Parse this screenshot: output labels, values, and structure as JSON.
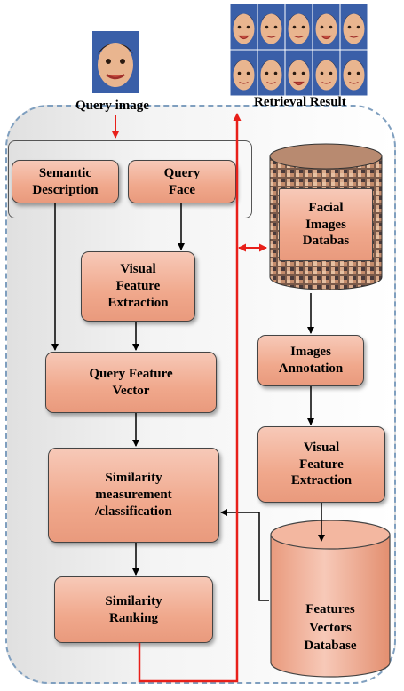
{
  "labels": {
    "query_image": "Query image",
    "retrieval_result": "Retrieval Result"
  },
  "boxes": {
    "semantic_description": "Semantic\nDescription",
    "query_face": "Query\nFace",
    "visual_feature_extraction_left": "Visual\nFeature\nExtraction",
    "query_feature_vector": "Query Feature\nVector",
    "similarity_measurement": "Similarity\nmeasurement\n/classification",
    "similarity_ranking": "Similarity\nRanking",
    "images_annotation": "Images\nAnnotation",
    "visual_feature_extraction_right": "Visual\nFeature\nExtraction"
  },
  "cylinders": {
    "facial_images_database": "Facial\nImages\nDatabas",
    "features_vectors_database": "Features\nVectors\nDatabase"
  },
  "colors": {
    "box_fill": "#f0a88c",
    "arrow_main": "#000000",
    "arrow_retrieval": "#e8201a",
    "frame_dash": "#7f9fbf",
    "cylinder_fill": "#f0a88c"
  }
}
